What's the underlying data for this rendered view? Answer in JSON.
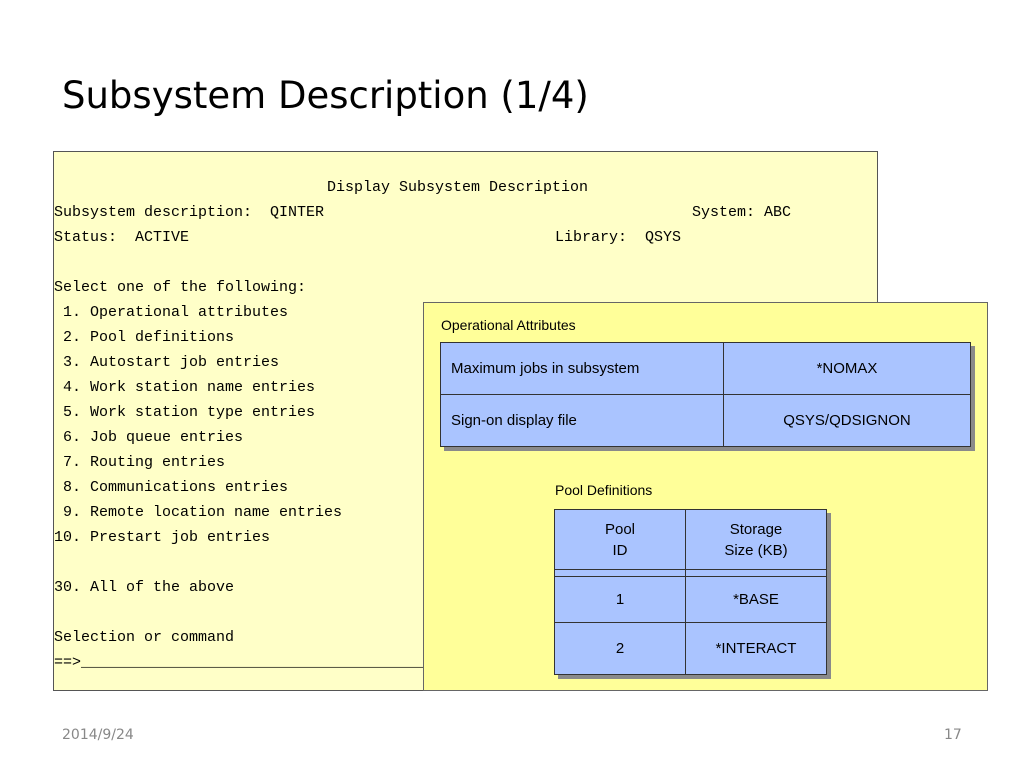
{
  "slide": {
    "title": "Subsystem Description (1/4)",
    "date": "2014/9/24",
    "page_number": "17"
  },
  "screen": {
    "heading": "Display Subsystem Description",
    "subsystem_line": "Subsystem description:  QINTER",
    "system_line": "System: ABC",
    "status_line": "Status:  ACTIVE",
    "library_line": "Library:  QSYS",
    "prompt": "Select one of the following:",
    "options": [
      " 1. Operational attributes",
      " 2. Pool definitions",
      " 3. Autostart job entries",
      " 4. Work station name entries",
      " 5. Work station type entries",
      " 6. Job queue entries",
      " 7. Routing entries",
      " 8. Communications entries",
      " 9. Remote location name entries",
      "10. Prestart job entries"
    ],
    "all_option": "30. All of the above",
    "selection_label": "Selection or command",
    "command_line": "==>_______________________________________________"
  },
  "operational_attributes": {
    "label": "Operational Attributes",
    "rows": [
      {
        "name": "Maximum jobs in subsystem",
        "value": "*NOMAX"
      },
      {
        "name": "Sign-on display file",
        "value": "QSYS/QDSIGNON"
      }
    ]
  },
  "pool_definitions": {
    "label": "Pool Definitions",
    "headers": [
      {
        "line1": "Pool",
        "line2": "ID"
      },
      {
        "line1": "Storage",
        "line2": "Size (KB)"
      }
    ],
    "rows": [
      {
        "id": "1",
        "size": "*BASE"
      },
      {
        "id": "2",
        "size": "*INTERACT"
      }
    ]
  }
}
